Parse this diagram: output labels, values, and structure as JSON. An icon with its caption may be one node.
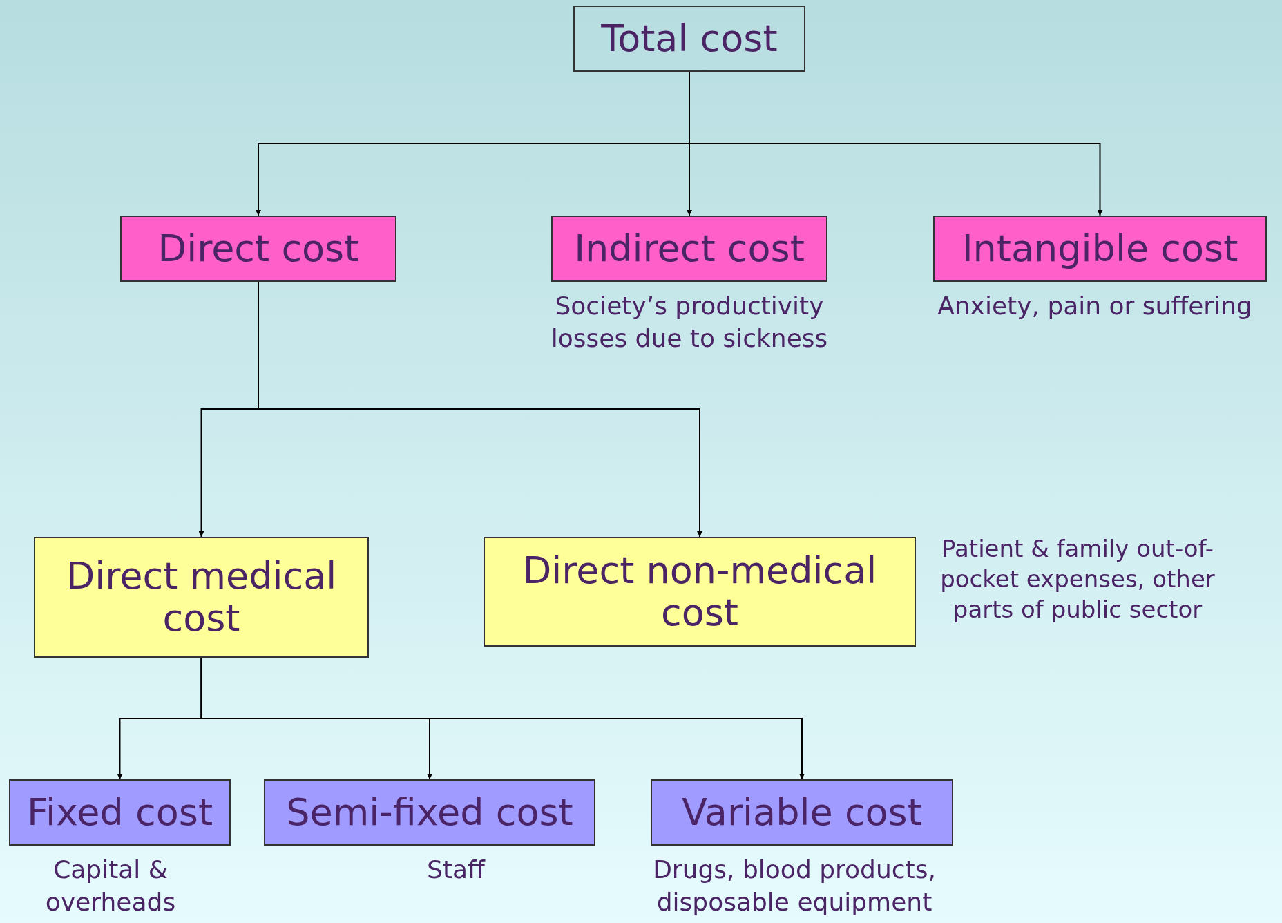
{
  "diagram": {
    "nodes": [
      {
        "text": [
          "Total cost"
        ]
      },
      {
        "text": [
          "Direct cost"
        ]
      },
      {
        "text": [
          "Indirect cost"
        ],
        "beside": [
          "Society’s productivity losses due to sickness"
        ]
      },
      {
        "text": [
          "Intangible cost"
        ],
        "beside": [
          "Anxiety, pain or suffering"
        ]
      },
      {
        "text": [
          "Direct medical cost"
        ]
      },
      {
        "text": [
          "Direct non-medical cost"
        ],
        "beside": [
          "Patient & family out-of-pocket expenses, other parts of public sector"
        ]
      },
      {
        "text": [
          "Fixed cost"
        ],
        "beside": [
          "Capital & overheads"
        ]
      },
      {
        "text": [
          "Semi-fixed cost"
        ],
        "beside": [
          "Staff"
        ]
      },
      {
        "text": [
          "Variable cost"
        ],
        "beside": [
          "Drugs, blood products, disposable equipment"
        ]
      }
    ],
    "edges": [
      {
        "from": 0,
        "to": 1,
        "arrow": "to"
      },
      {
        "from": 0,
        "to": 2,
        "arrow": "to"
      },
      {
        "from": 0,
        "to": 3,
        "arrow": "to"
      },
      {
        "from": 1,
        "to": 4,
        "arrow": "to"
      },
      {
        "from": 1,
        "to": 5,
        "arrow": "to"
      },
      {
        "from": 4,
        "to": 6,
        "arrow": "to"
      },
      {
        "from": 4,
        "to": 7,
        "arrow": "to"
      },
      {
        "from": 4,
        "to": 8,
        "arrow": "to"
      }
    ]
  }
}
